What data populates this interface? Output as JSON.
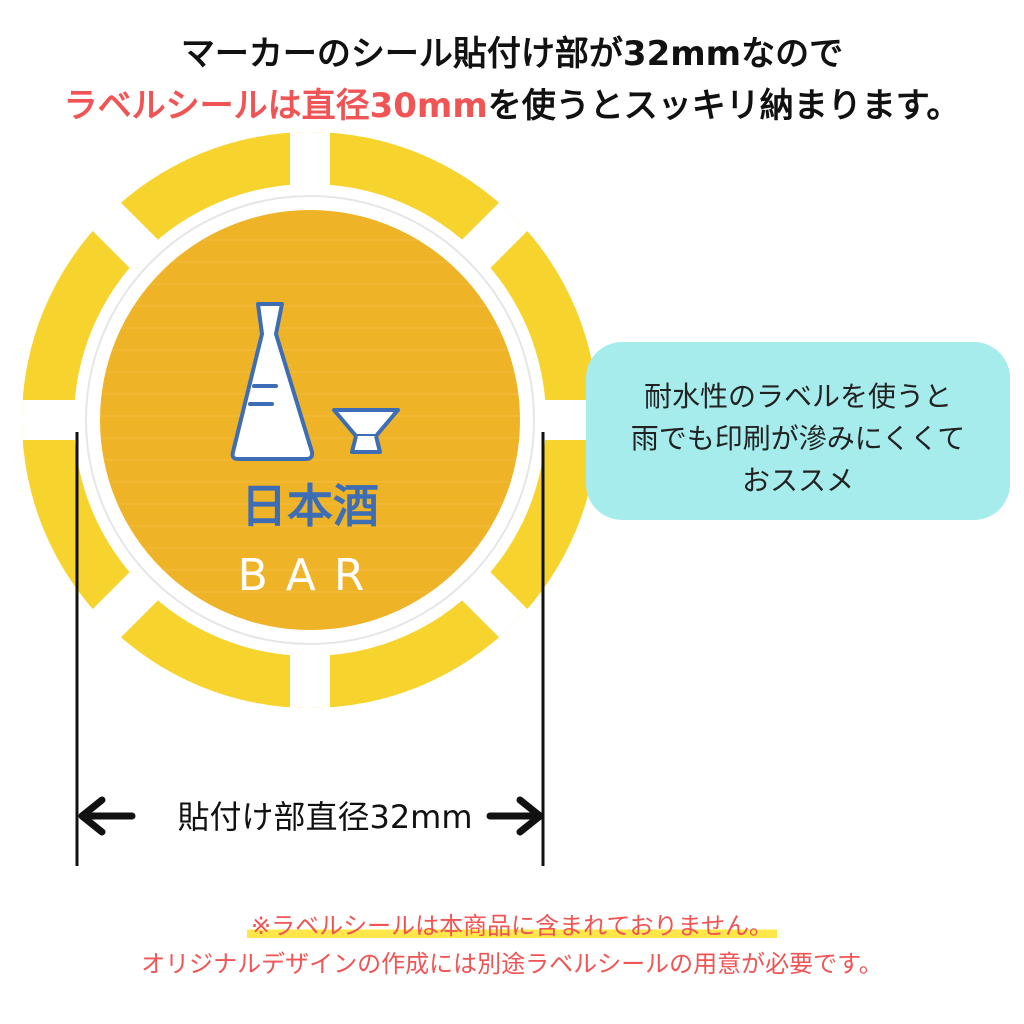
{
  "headline": {
    "line1": "マーカーのシール貼付け部が32mmなので",
    "line2_highlight": "ラベルシールは直径30mm",
    "line2_rest": "を使うとスッキリ納まります。"
  },
  "marker": {
    "label_title": "日本酒",
    "label_subtitle": "BAR"
  },
  "info_bubble": {
    "line1": "耐水性のラベルを使うと",
    "line2": "雨でも印刷が滲みにくくて",
    "line3": "おススメ"
  },
  "dimension": {
    "label": "貼付け部直径32mm"
  },
  "disclaimer": {
    "line1": "※ラベルシールは本商品に含まれておりません。",
    "line2": "オリジナルデザインの作成には別途ラベルシールの用意が必要です。"
  },
  "colors": {
    "accent_red": "#f05454",
    "chip_yellow": "#f7d32e",
    "label_gold": "#efb327",
    "bubble_cyan": "#a6ecec",
    "icon_blue": "#3d6eb5",
    "highlight_yellow": "#ffe74a"
  }
}
